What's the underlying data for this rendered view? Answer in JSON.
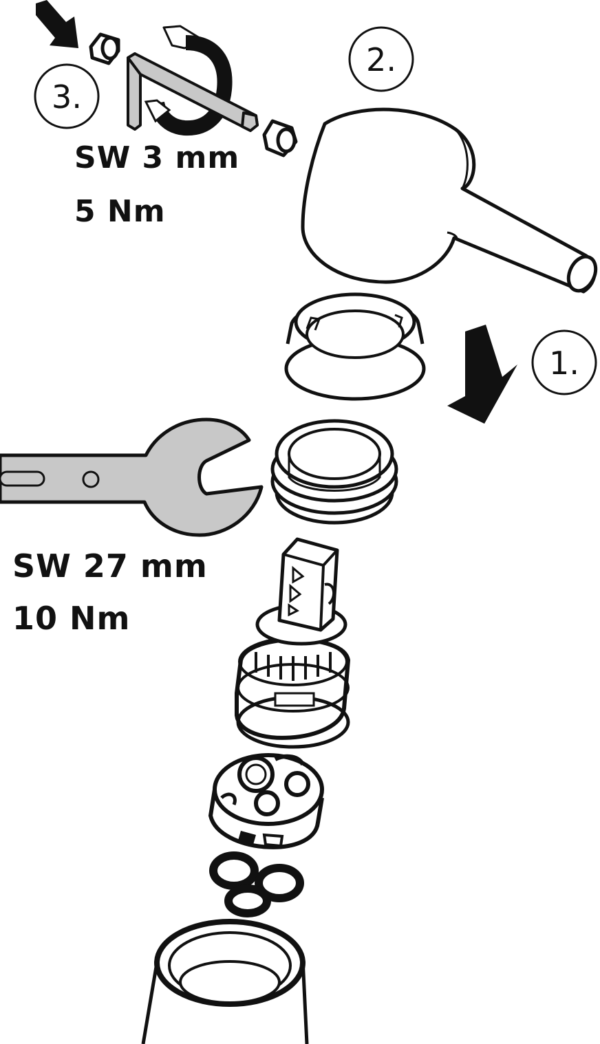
{
  "steps": {
    "step1": "1.",
    "step2": "2.",
    "step3": "3."
  },
  "hex_key": {
    "size": "SW 3 mm",
    "torque": "5 Nm"
  },
  "wrench": {
    "size": "SW 27 mm",
    "torque": "10 Nm"
  },
  "colors": {
    "line": "#111111",
    "tool_fill": "#c8c8c8",
    "background": "#ffffff"
  }
}
